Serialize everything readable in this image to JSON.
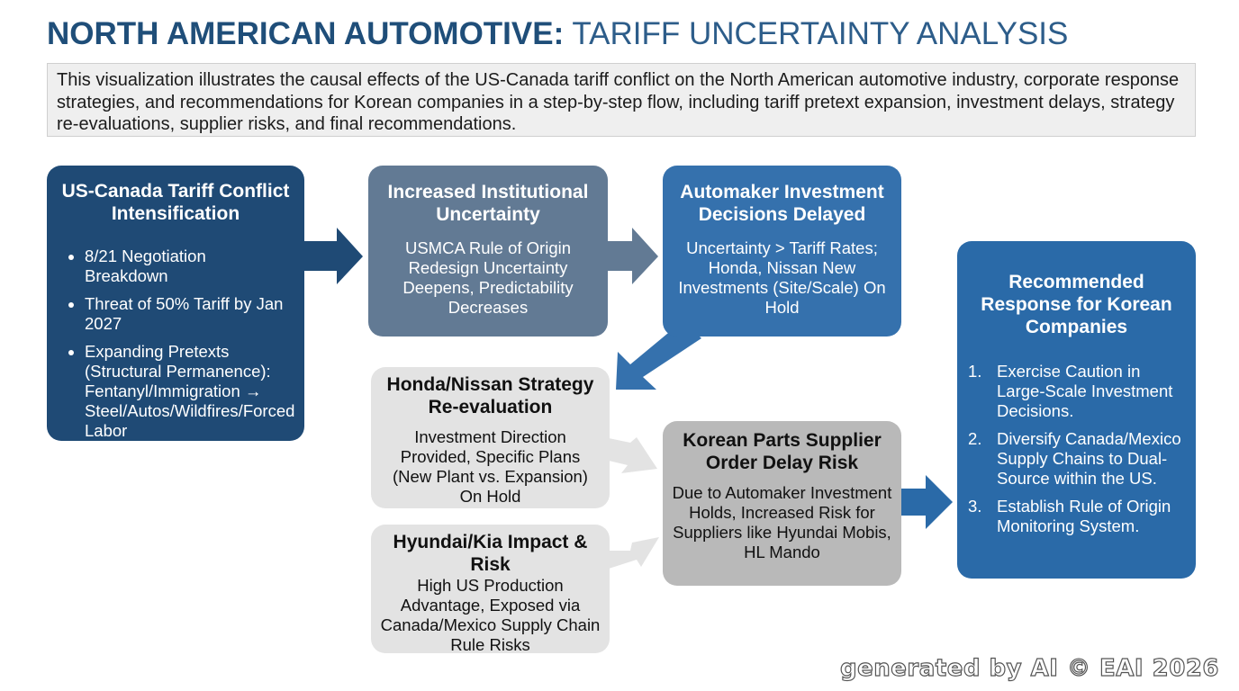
{
  "title": {
    "bold": "NORTH AMERICAN AUTOMOTIVE:",
    "light": "TARIFF UNCERTAINTY ANALYSIS"
  },
  "intro": "This visualization illustrates the causal effects of the US-Canada tariff conflict on the North American automotive industry, corporate response strategies, and recommendations for Korean companies in a step-by-step flow, including tariff pretext expansion, investment delays, strategy re-evaluations, supplier risks, and final recommendations.",
  "boxes": {
    "conflict": {
      "title": "US-Canada Tariff Conflict Intensification",
      "bullets": [
        "8/21 Negotiation Breakdown",
        "Threat of 50% Tariff by Jan 2027",
        "Expanding Pretexts (Structural Permanence): Fentanyl/Immigration → Steel/Autos/Wildfires/Forced Labor"
      ]
    },
    "uncertainty": {
      "title": "Increased Institutional Uncertainty",
      "body": "USMCA Rule of Origin Redesign Uncertainty Deepens, Predictability Decreases"
    },
    "delayed": {
      "title": "Automaker Investment Decisions Delayed",
      "body": "Uncertainty > Tariff Rates; Honda, Nissan New Investments (Site/Scale) On Hold"
    },
    "honda": {
      "title": "Honda/Nissan Strategy Re-evaluation",
      "body": "Investment Direction Provided, Specific Plans (New Plant vs. Expansion) On Hold"
    },
    "hyundai": {
      "title": "Hyundai/Kia Impact & Risk",
      "body": "High US Production Advantage, Exposed via Canada/Mexico Supply Chain Rule Risks"
    },
    "supplier": {
      "title": "Korean Parts Supplier Order Delay Risk",
      "body": "Due to Automaker Investment Holds, Increased Risk for Suppliers like Hyundai Mobis, HL Mando"
    },
    "recommend": {
      "title": "Recommended Response for Korean Companies",
      "items": [
        {
          "num": "1.",
          "text": "Exercise Caution in Large-Scale Investment Decisions."
        },
        {
          "num": "2.",
          "text": "Diversify Canada/Mexico Supply Chains to Dual-Source within the US."
        },
        {
          "num": "3.",
          "text": "Establish Rule of Origin Monitoring System."
        }
      ]
    }
  },
  "colors": {
    "navy": "#1f4a75",
    "slate": "#627a94",
    "blue": "#3571ad",
    "light_gray": "#e3e3e3",
    "mid_gray": "#b9b9b9",
    "rec_blue": "#2a6aa8"
  },
  "watermark": "generated by AI © EAI 2026"
}
